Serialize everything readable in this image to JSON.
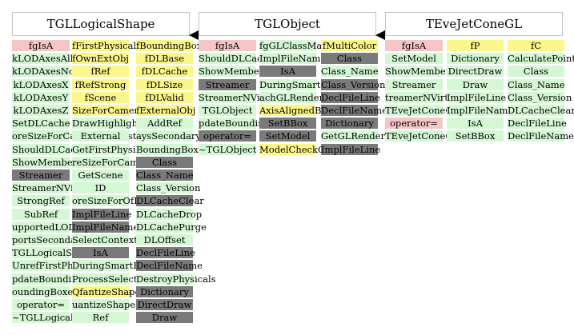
{
  "classes": {
    "tgllogicalshape": {
      "title": "TGLLogicalShape",
      "col1": [
        {
          "label": "fgIsA",
          "kind": "pink"
        },
        {
          "label": "kLODAxesAll",
          "kind": "green"
        },
        {
          "label": "kLODAxesNone",
          "kind": "green"
        },
        {
          "label": "kLODAxesX",
          "kind": "green"
        },
        {
          "label": "kLODAxesY",
          "kind": "green"
        },
        {
          "label": "kLODAxesZ",
          "kind": "green"
        },
        {
          "label": "SetDLCache",
          "kind": "green"
        },
        {
          "label": "oreSizeForCameraInterest",
          "kind": "green"
        },
        {
          "label": "ShouldDLCache",
          "kind": "green"
        },
        {
          "label": "ShowMembers",
          "kind": "green"
        },
        {
          "label": "Streamer",
          "kind": "gray"
        },
        {
          "label": "StreamerNVirtual",
          "kind": "green"
        },
        {
          "label": "StrongRef",
          "kind": "green"
        },
        {
          "label": "SubRef",
          "kind": "green"
        },
        {
          "label": "upportedLODAxes",
          "kind": "green"
        },
        {
          "label": "portsSecondarySelect",
          "kind": "green"
        },
        {
          "label": "TGLLogicalShape",
          "kind": "green"
        },
        {
          "label": "UnrefFirstPhysical",
          "kind": "green"
        },
        {
          "label": "pdateBoundingBox",
          "kind": "green"
        },
        {
          "label": "oundingBoxesOfPhysicals",
          "kind": "green"
        },
        {
          "label": "operator=",
          "kind": "green"
        },
        {
          "label": "~TGLLogicalShape",
          "kind": "green"
        }
      ],
      "col2": [
        {
          "label": "fFirstPhysical",
          "kind": "yellow"
        },
        {
          "label": "fOwnExtObj",
          "kind": "yellow"
        },
        {
          "label": "fRef",
          "kind": "yellow"
        },
        {
          "label": "fRefStrong",
          "kind": "yellow"
        },
        {
          "label": "fScene",
          "kind": "yellow"
        },
        {
          "label": "SizeForCameraInterest",
          "kind": "yellow"
        },
        {
          "label": "DrawHighlight",
          "kind": "green"
        },
        {
          "label": "External",
          "kind": "green"
        },
        {
          "label": "GetFirstPhysical",
          "kind": "green"
        },
        {
          "label": "reSizeForCameraInterest",
          "kind": "green"
        },
        {
          "label": "GetScene",
          "kind": "green"
        },
        {
          "label": "ID",
          "kind": "green"
        },
        {
          "label": "oreSizeForOfInterest",
          "kind": "green"
        },
        {
          "label": "ImplFileLine",
          "kind": "gray"
        },
        {
          "label": "ImplFileName",
          "kind": "gray"
        },
        {
          "label": "SelectContextMenu",
          "kind": "green"
        },
        {
          "label": "IsA",
          "kind": "gray"
        },
        {
          "label": "DuringSmartRefresh",
          "kind": "green"
        },
        {
          "label": "ProcessSelection",
          "kind": "green"
        },
        {
          "label": "QfantizeShapeLOD",
          "kind": "yellow"
        },
        {
          "label": "uantizeShapeLOD",
          "kind": "green"
        },
        {
          "label": "Ref",
          "kind": "green"
        }
      ],
      "col3": [
        {
          "label": "fBoundingBox",
          "kind": "yellow"
        },
        {
          "label": "fDLBase",
          "kind": "yellow"
        },
        {
          "label": "fDLCache",
          "kind": "yellow"
        },
        {
          "label": "fDLSize",
          "kind": "yellow"
        },
        {
          "label": "fDLValid",
          "kind": "yellow"
        },
        {
          "label": "fExternalObj",
          "kind": "yellow"
        },
        {
          "label": "AddRef",
          "kind": "green"
        },
        {
          "label": "aysSecondarySelect",
          "kind": "green"
        },
        {
          "label": "BoundingBox",
          "kind": "green"
        },
        {
          "label": "Class",
          "kind": "gray"
        },
        {
          "label": "Class_Name",
          "kind": "gray"
        },
        {
          "label": "Class_Version",
          "kind": "green"
        },
        {
          "label": "DLCacheClear",
          "kind": "gray"
        },
        {
          "label": "DLCacheDrop",
          "kind": "green"
        },
        {
          "label": "DLCachePurge",
          "kind": "green"
        },
        {
          "label": "DLOffset",
          "kind": "green"
        },
        {
          "label": "DeclFileLine",
          "kind": "gray"
        },
        {
          "label": "DeclFileName",
          "kind": "gray"
        },
        {
          "label": "DestroyPhysicals",
          "kind": "green"
        },
        {
          "label": "Dictionary",
          "kind": "gray"
        },
        {
          "label": "DirectDraw",
          "kind": "gray"
        },
        {
          "label": "Draw",
          "kind": "gray"
        }
      ]
    },
    "tglobject": {
      "title": "TGLObject",
      "col1": [
        {
          "label": "fgIsA",
          "kind": "pink"
        },
        {
          "label": "ShouldDLCache",
          "kind": "green"
        },
        {
          "label": "ShowMembers",
          "kind": "green"
        },
        {
          "label": "Streamer",
          "kind": "gray"
        },
        {
          "label": "StreamerNVirtual",
          "kind": "green"
        },
        {
          "label": "TGLObject",
          "kind": "green"
        },
        {
          "label": "pdateBoundingBox",
          "kind": "green"
        },
        {
          "label": "operator=",
          "kind": "gray"
        },
        {
          "label": "~TGLObject",
          "kind": "green"
        }
      ],
      "col2": [
        {
          "label": "fgGLClassMap",
          "kind": "green"
        },
        {
          "label": "ImplFileName",
          "kind": "green"
        },
        {
          "label": "IsA",
          "kind": "gray"
        },
        {
          "label": "DuringSmartRefresh",
          "kind": "green"
        },
        {
          "label": "achGLRenderer",
          "kind": "green"
        },
        {
          "label": "AxisAlignedBBox",
          "kind": "yellow"
        },
        {
          "label": "SetBBox",
          "kind": "gray"
        },
        {
          "label": "SetModel",
          "kind": "gray"
        },
        {
          "label": "ModelCheckClass",
          "kind": "yellow"
        }
      ],
      "col3": [
        {
          "label": "fMultiColor",
          "kind": "yellow"
        },
        {
          "label": "Class",
          "kind": "gray"
        },
        {
          "label": "Class_Name",
          "kind": "green"
        },
        {
          "label": "Class_Version",
          "kind": "gray"
        },
        {
          "label": "DeclFileLine",
          "kind": "gray"
        },
        {
          "label": "DeclFileName",
          "kind": "gray"
        },
        {
          "label": "Dictionary",
          "kind": "gray"
        },
        {
          "label": "GetGLRenderer",
          "kind": "green"
        },
        {
          "label": "ImplFileLine",
          "kind": "gray"
        }
      ]
    },
    "tevejetconegl": {
      "title": "TEveJetConeGL",
      "col1": [
        {
          "label": "fgIsA",
          "kind": "pink"
        },
        {
          "label": "SetModel",
          "kind": "green"
        },
        {
          "label": "ShowMembers",
          "kind": "green"
        },
        {
          "label": "Streamer",
          "kind": "green"
        },
        {
          "label": "treamerNVirtual",
          "kind": "green"
        },
        {
          "label": "TEveJetConeGL",
          "kind": "green"
        },
        {
          "label": "operator=",
          "kind": "pink"
        },
        {
          "label": "TEveJetConeGL",
          "kind": "green"
        }
      ],
      "col2": [
        {
          "label": "fP",
          "kind": "yellow"
        },
        {
          "label": "Dictionary",
          "kind": "green"
        },
        {
          "label": "DirectDraw",
          "kind": "green"
        },
        {
          "label": "Draw",
          "kind": "green"
        },
        {
          "label": "ImplFileLine",
          "kind": "green"
        },
        {
          "label": "ImplFileName",
          "kind": "green"
        },
        {
          "label": "IsA",
          "kind": "green"
        },
        {
          "label": "SetBBox",
          "kind": "green"
        }
      ],
      "col3": [
        {
          "label": "fC",
          "kind": "yellow"
        },
        {
          "label": "CalculatePoints",
          "kind": "green"
        },
        {
          "label": "Class",
          "kind": "green"
        },
        {
          "label": "Class_Name",
          "kind": "green"
        },
        {
          "label": "Class_Version",
          "kind": "green"
        },
        {
          "label": "DLCacheClear",
          "kind": "green"
        },
        {
          "label": "DeclFileLine",
          "kind": "green"
        },
        {
          "label": "DeclFileName",
          "kind": "green"
        }
      ]
    }
  },
  "colors": {
    "pink": "#f5c6c6",
    "green": "#d4f7d4",
    "gray": "#7a7a7a",
    "yellow": "#fbf78a"
  }
}
